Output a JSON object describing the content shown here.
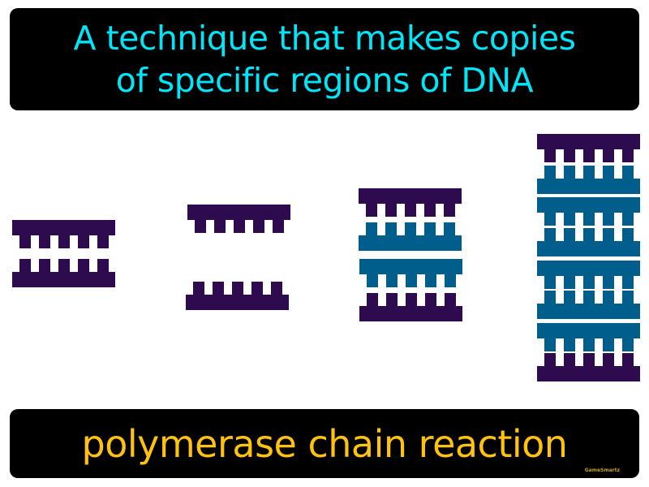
{
  "definition": {
    "lines": [
      "A technique that makes copies",
      "of specific regions of DNA"
    ],
    "color": "#00e5f7"
  },
  "term": {
    "text": "polymerase chain reaction",
    "color": "#ffc20e"
  },
  "credit": "GameSmartz",
  "illustration": {
    "description": "PCR amplification: DNA copies doubling across cycles",
    "colors": {
      "original_strand": "#2e0a4f",
      "new_strand": "#005e8c"
    },
    "stages": [
      {
        "label": "double-stranded DNA",
        "molecules": 1
      },
      {
        "label": "denatured strands",
        "molecules": 0
      },
      {
        "label": "first cycle copies",
        "molecules": 2
      },
      {
        "label": "second cycle copies",
        "molecules": 4
      }
    ]
  }
}
